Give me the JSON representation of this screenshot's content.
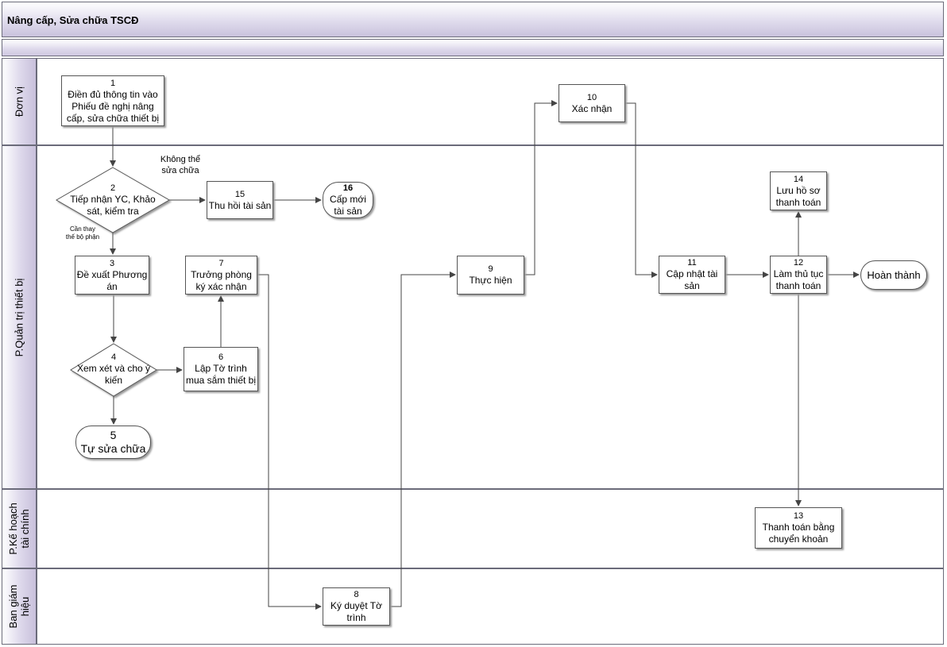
{
  "title": "Nâng cấp, Sửa chữa TSCĐ",
  "lanes": [
    {
      "label": "Đơn vị"
    },
    {
      "label": "P.Quản trị thiết bị"
    },
    {
      "label": "P.Kế hoạch tài chính"
    },
    {
      "label": "Ban giám hiệu"
    }
  ],
  "nodes": {
    "n1": {
      "num": "1",
      "text": "Điền đủ thông tin vào Phiếu đề nghị nâng cấp, sửa chữa thiết bị"
    },
    "n2": {
      "num": "2",
      "text": "Tiếp nhận YC, Khảo sát, kiểm tra"
    },
    "n3": {
      "num": "3",
      "text": "Đề xuất Phương án"
    },
    "n4": {
      "num": "4",
      "text": "Xem xét và cho ý kiến"
    },
    "n5": {
      "num": "5",
      "text": "Tự sửa chữa"
    },
    "n6": {
      "num": "6",
      "text": "Lập Tờ trình mua sắm thiết bị"
    },
    "n7": {
      "num": "7",
      "text": "Trưởng phòng ký xác nhận"
    },
    "n8": {
      "num": "8",
      "text": "Ký duyệt Tờ trình"
    },
    "n9": {
      "num": "9",
      "text": "Thực hiện"
    },
    "n10": {
      "num": "10",
      "text": "Xác nhận"
    },
    "n11": {
      "num": "11",
      "text": "Cập nhật tài sản"
    },
    "n12": {
      "num": "12",
      "text": "Làm thủ tục thanh toán"
    },
    "n13": {
      "num": "13",
      "text": "Thanh toán bằng chuyển khoản"
    },
    "n14": {
      "num": "14",
      "text": "Lưu hồ sơ thanh toán"
    },
    "n15": {
      "num": "15",
      "text": "Thu hồi tài sản"
    },
    "n16": {
      "num": "16",
      "text": "Cấp mới tài sản"
    },
    "end": {
      "text": "Hoàn thành"
    }
  },
  "edge_labels": {
    "cannot_repair": "Không thể sửa chữa",
    "replace_part": "Cần thay thế bộ phận"
  }
}
